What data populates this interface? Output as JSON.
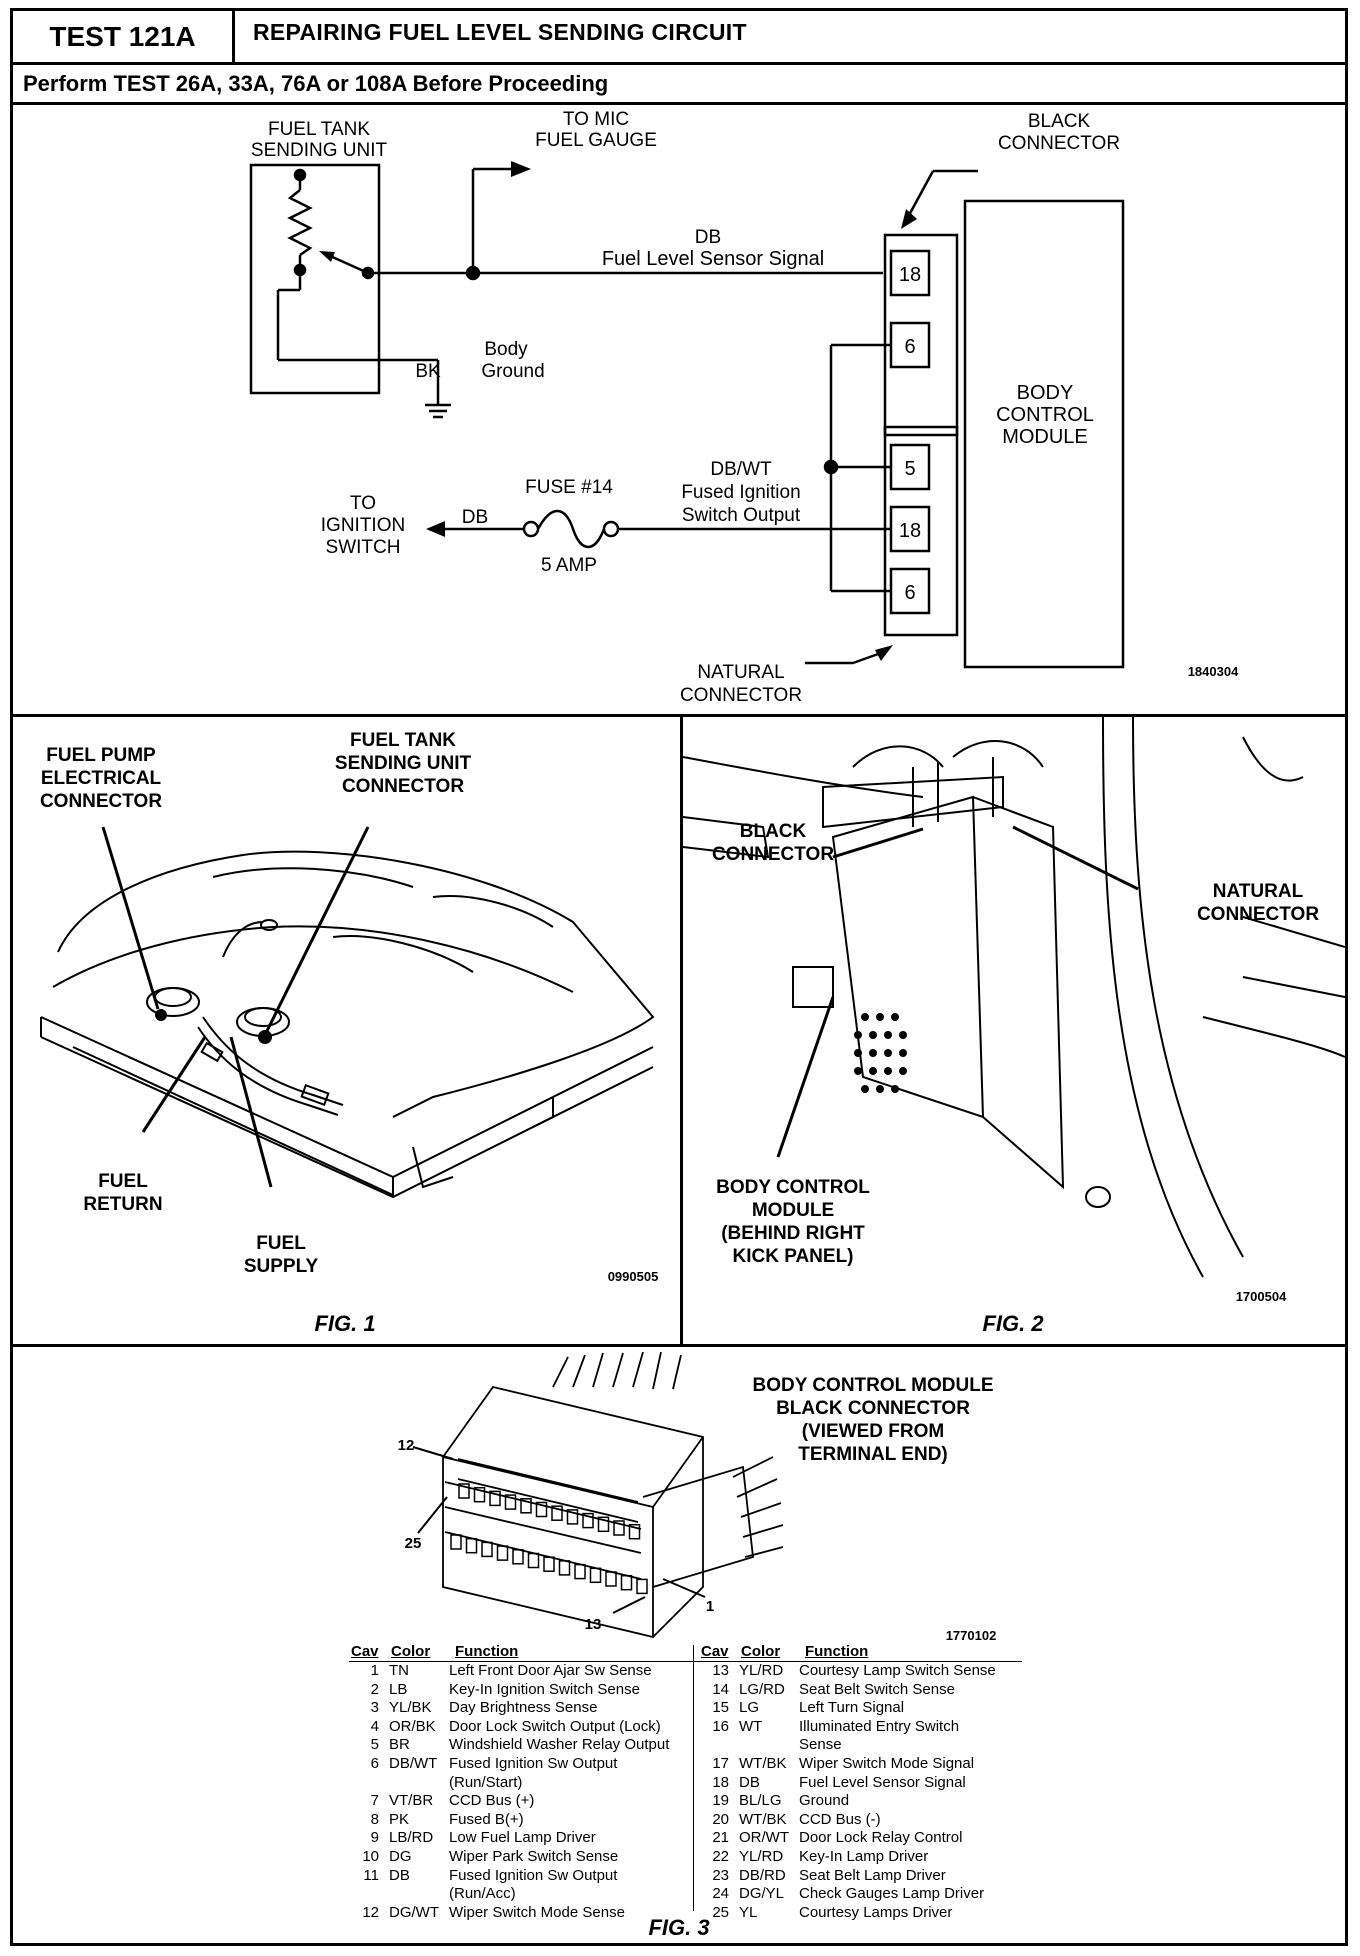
{
  "header": {
    "test_number": "TEST 121A",
    "title": "REPAIRING FUEL LEVEL SENDING CIRCUIT",
    "subtitle": "Perform TEST 26A, 33A, 76A or 108A Before Proceeding"
  },
  "schematic": {
    "sending_unit": [
      "FUEL TANK",
      "SENDING UNIT"
    ],
    "to_mic": [
      "TO MIC",
      "FUEL GAUGE"
    ],
    "black_connector": [
      "BLACK",
      "CONNECTOR"
    ],
    "wire1_color": "DB",
    "wire1_name": "Fuel Level Sensor Signal",
    "body_ground": [
      "Body",
      "Ground"
    ],
    "bk": "BK",
    "bcm": [
      "BODY",
      "CONTROL",
      "MODULE"
    ],
    "pin_18a": "18",
    "pin_6a": "6",
    "pin_5": "5",
    "pin_18b": "18",
    "pin_6b": "6",
    "wire2_color": "DB/WT",
    "wire2_name": [
      "Fused Ignition",
      "Switch Output"
    ],
    "fuse": "FUSE #14",
    "fuse_amp": "5 AMP",
    "to_ignition": [
      "TO",
      "IGNITION",
      "SWITCH"
    ],
    "db": "DB",
    "natural_connector": [
      "NATURAL",
      "CONNECTOR"
    ],
    "ref": "1840304"
  },
  "fig1": {
    "fuel_pump": [
      "FUEL PUMP",
      "ELECTRICAL",
      "CONNECTOR"
    ],
    "sending_unit": [
      "FUEL TANK",
      "SENDING UNIT",
      "CONNECTOR"
    ],
    "fuel_return": [
      "FUEL",
      "RETURN"
    ],
    "fuel_supply": [
      "FUEL",
      "SUPPLY"
    ],
    "ref": "0990505",
    "caption": "FIG. 1"
  },
  "fig2": {
    "black_connector": [
      "BLACK",
      "CONNECTOR"
    ],
    "natural_connector": [
      "NATURAL",
      "CONNECTOR"
    ],
    "bcm": [
      "BODY CONTROL",
      "MODULE",
      "(BEHIND RIGHT",
      "KICK PANEL)"
    ],
    "ref": "1700504",
    "caption": "FIG. 2"
  },
  "fig3": {
    "title": [
      "BODY CONTROL MODULE",
      "BLACK CONNECTOR",
      "(VIEWED FROM",
      "TERMINAL END)"
    ],
    "pin12": "12",
    "pin25": "25",
    "pin13": "13",
    "pin1": "1",
    "ref": "1770102",
    "caption": "FIG. 3",
    "headers": {
      "cav": "Cav",
      "color": "Color",
      "function": "Function"
    },
    "left_rows": [
      [
        "1",
        "TN",
        "Left Front Door Ajar Sw Sense"
      ],
      [
        "2",
        "LB",
        "Key-In Ignition Switch Sense"
      ],
      [
        "3",
        "YL/BK",
        "Day Brightness Sense"
      ],
      [
        "4",
        "OR/BK",
        "Door Lock Switch Output (Lock)"
      ],
      [
        "5",
        "BR",
        "Windshield Washer Relay Output"
      ],
      [
        "6",
        "DB/WT",
        "Fused Ignition Sw Output"
      ],
      [
        "",
        "",
        "    (Run/Start)"
      ],
      [
        "7",
        "VT/BR",
        "CCD Bus (+)"
      ],
      [
        "8",
        "PK",
        "Fused B(+)"
      ],
      [
        "9",
        "LB/RD",
        "Low Fuel Lamp Driver"
      ],
      [
        "10",
        "DG",
        "Wiper Park Switch Sense"
      ],
      [
        "11",
        "DB",
        "Fused Ignition Sw Output"
      ],
      [
        "",
        "",
        "    (Run/Acc)"
      ],
      [
        "12",
        "DG/WT",
        "Wiper Switch Mode Sense"
      ]
    ],
    "right_rows": [
      [
        "13",
        "YL/RD",
        "Courtesy Lamp Switch Sense"
      ],
      [
        "14",
        "LG/RD",
        "Seat Belt Switch Sense"
      ],
      [
        "15",
        "LG",
        "Left Turn Signal"
      ],
      [
        "16",
        "WT",
        "Illuminated Entry Switch"
      ],
      [
        "",
        "",
        "    Sense"
      ],
      [
        "17",
        "WT/BK",
        "Wiper Switch Mode Signal"
      ],
      [
        "18",
        "DB",
        "Fuel Level Sensor Signal"
      ],
      [
        "19",
        "BL/LG",
        "Ground"
      ],
      [
        "20",
        "WT/BK",
        "CCD Bus (-)"
      ],
      [
        "21",
        "OR/WT",
        "Door Lock Relay Control"
      ],
      [
        "22",
        "YL/RD",
        "Key-In Lamp Driver"
      ],
      [
        "23",
        "DB/RD",
        "Seat Belt Lamp Driver"
      ],
      [
        "24",
        "DG/YL",
        "Check Gauges Lamp Driver"
      ],
      [
        "25",
        "YL",
        "Courtesy Lamps Driver"
      ]
    ]
  }
}
